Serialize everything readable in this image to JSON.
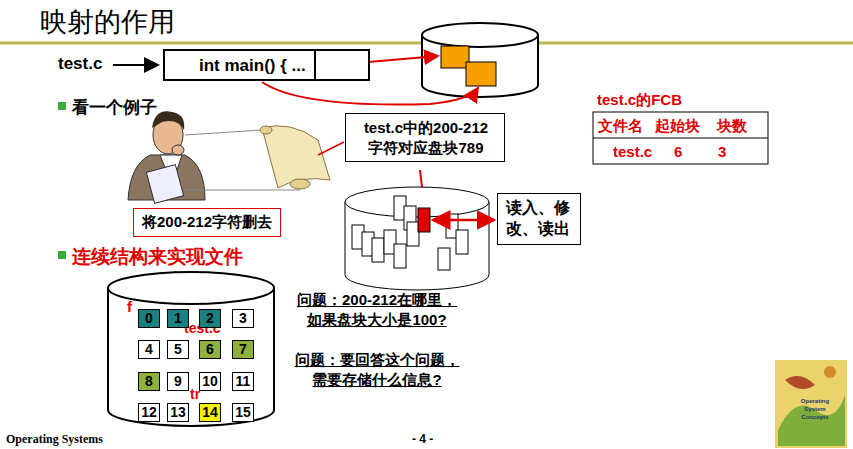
{
  "diagram": {
    "title": "映射的作用",
    "nodes": [
      {
        "text": [
          "int main() { ..."
        ]
      },
      {
        "text": [
          "test.c中的200-212 字符对应盘块789"
        ]
      },
      {
        "text": [
          "将200-212字符删去"
        ]
      },
      {
        "text": [
          "读入、修 改、读出"
        ]
      },
      {
        "text": [
          "0"
        ]
      },
      {
        "text": [
          "1"
        ]
      },
      {
        "text": [
          "2"
        ]
      },
      {
        "text": [
          "3"
        ]
      },
      {
        "text": [
          "4"
        ]
      },
      {
        "text": [
          "5"
        ]
      },
      {
        "text": [
          "6"
        ]
      },
      {
        "text": [
          "7"
        ]
      },
      {
        "text": [
          "8"
        ]
      },
      {
        "text": [
          "9"
        ]
      },
      {
        "text": [
          "10"
        ]
      },
      {
        "text": [
          "11"
        ]
      },
      {
        "text": [
          "12"
        ]
      },
      {
        "text": [
          "13"
        ]
      },
      {
        "text": [
          "14"
        ]
      },
      {
        "text": [
          "15"
        ]
      }
    ],
    "labels": [
      "test.c",
      "看一个例子",
      "test.c的FCB",
      "文件名",
      "起始块",
      "块数",
      "test.c",
      "6",
      "3",
      "连续结构来实现文件",
      "f",
      "test.c",
      "tr",
      "问题：200-212在哪里， 如果盘块大小是100?",
      "问题：要回答这个问题， 需要存储什么信息?",
      "Operating Systems",
      "- 4 -",
      "Operating System Concepts"
    ]
  }
}
